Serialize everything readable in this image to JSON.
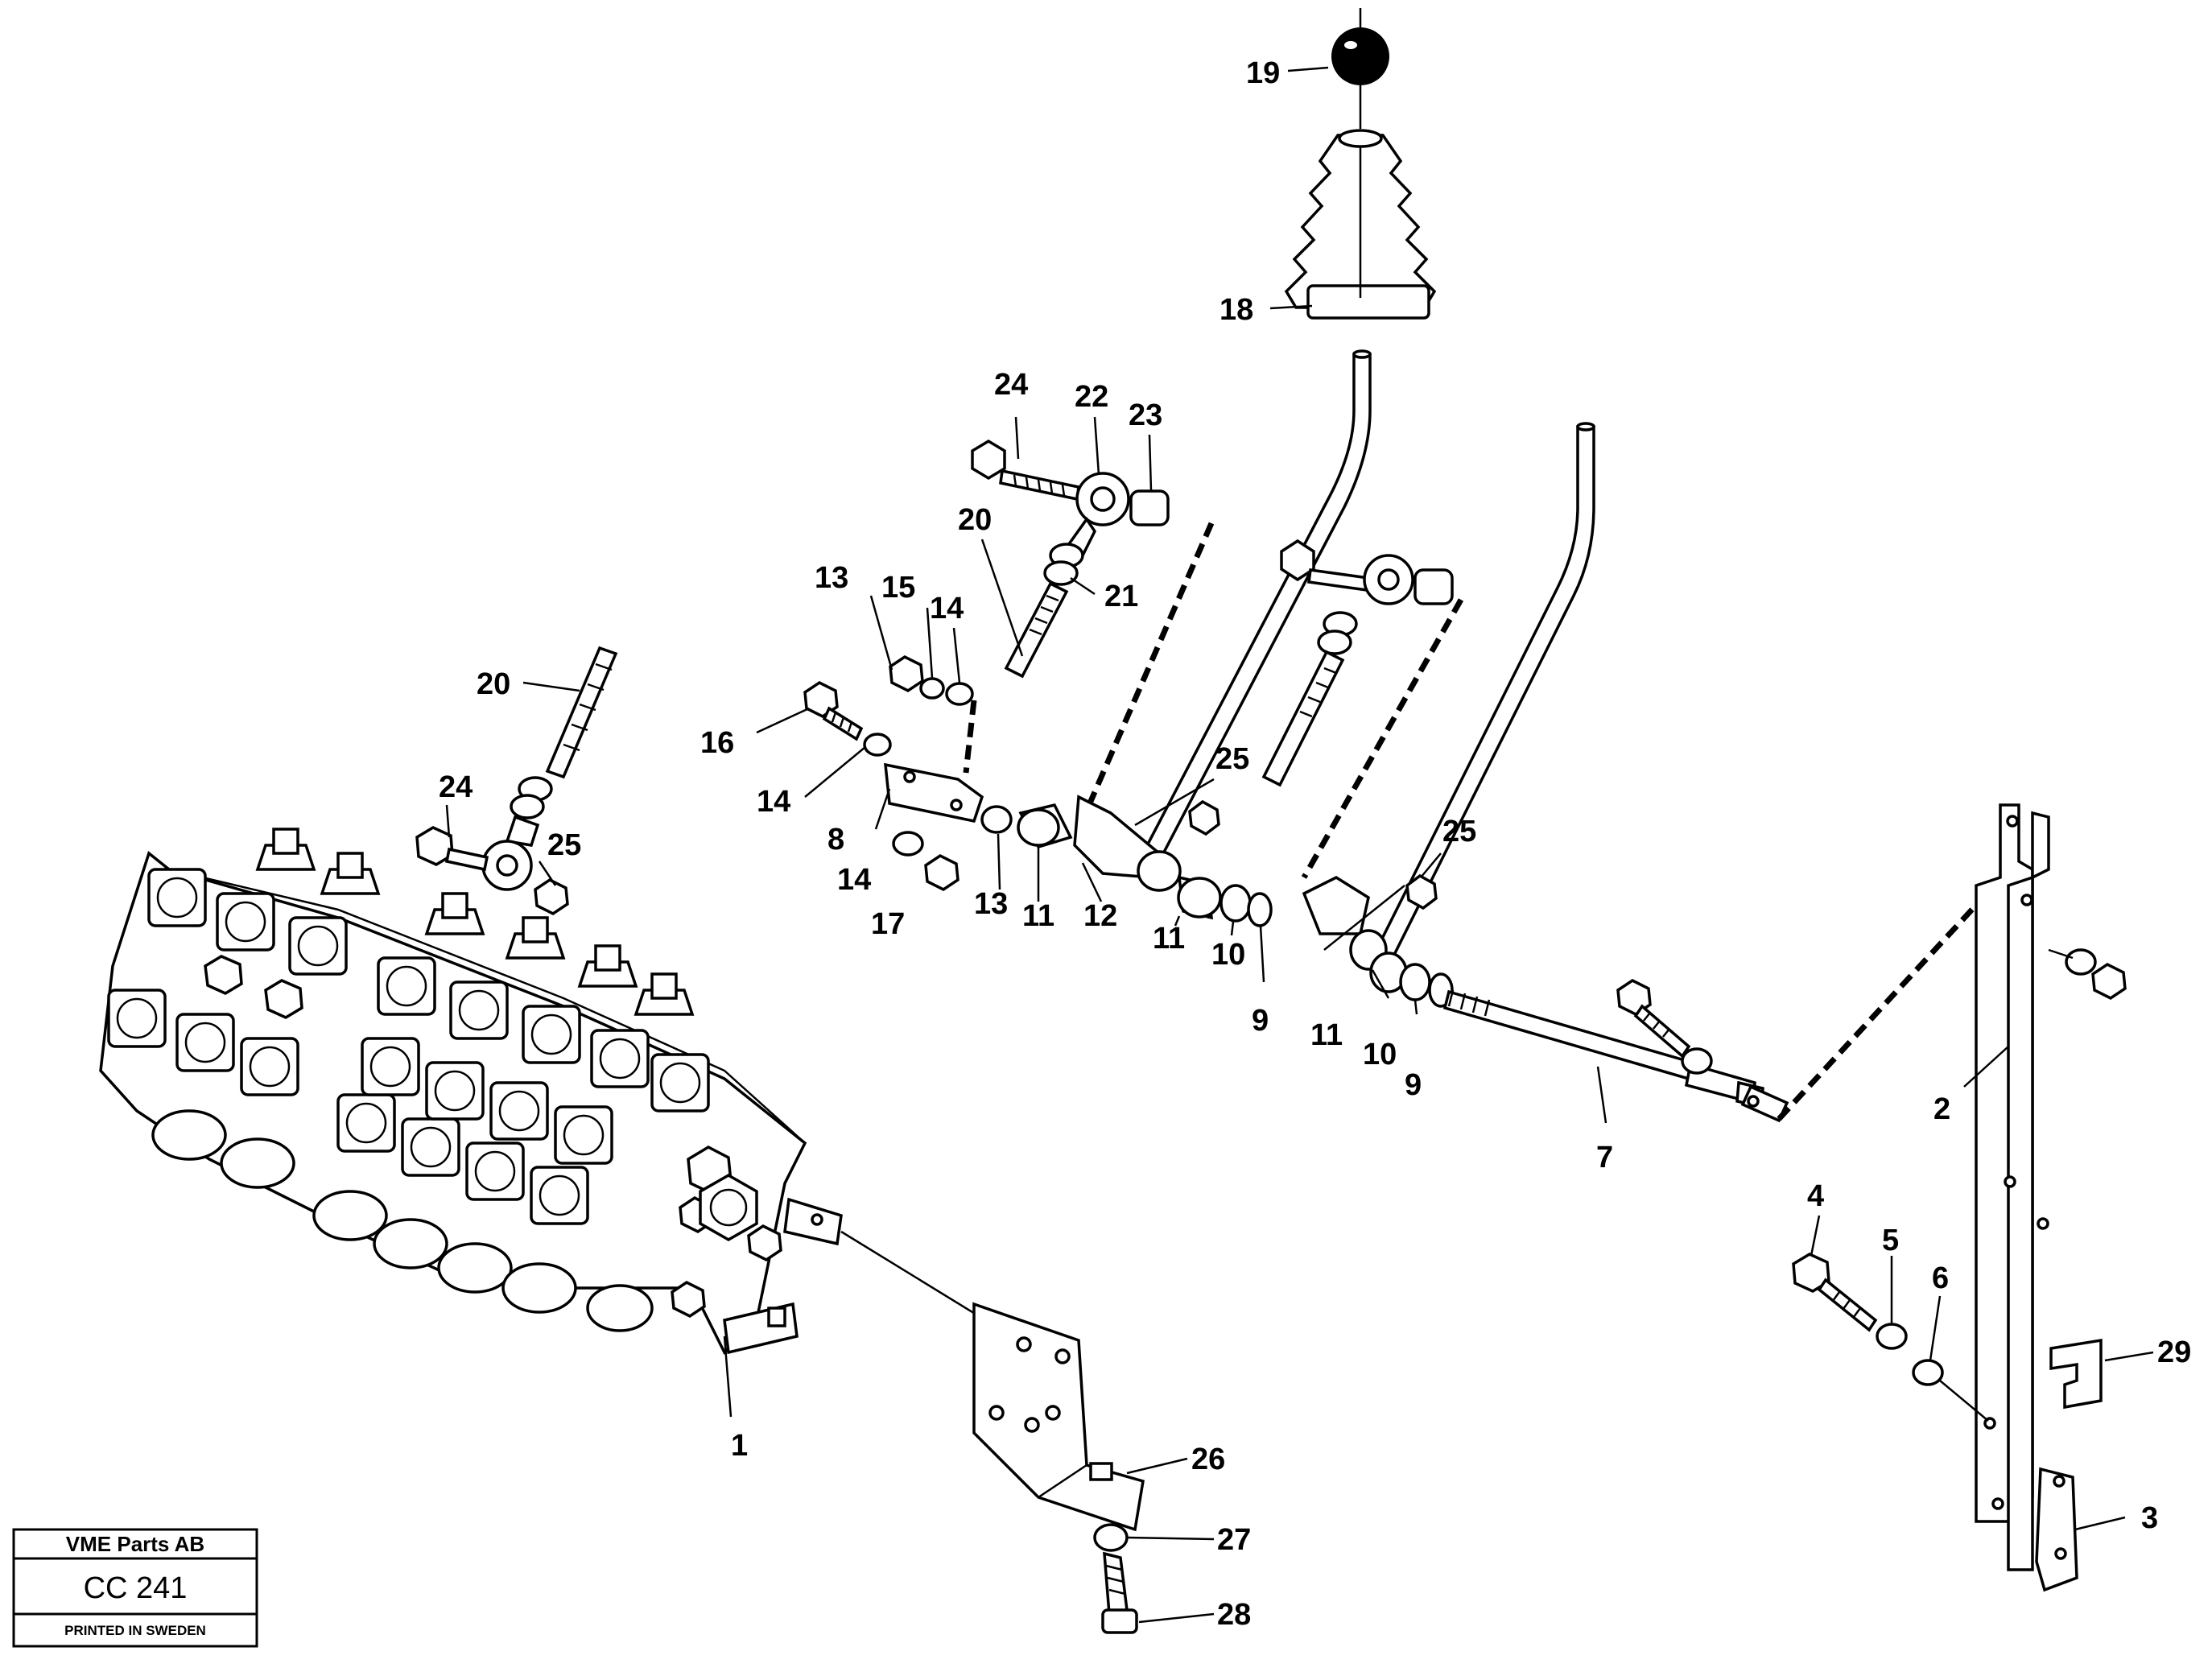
{
  "title_block": {
    "company": "VME Parts AB",
    "code": "CC 241",
    "printed": "PRINTED IN SWEDEN"
  },
  "callouts": [
    "19",
    "18",
    "24",
    "22",
    "23",
    "20",
    "21",
    "13",
    "15",
    "14",
    "16",
    "14",
    "8",
    "14",
    "17",
    "13",
    "11",
    "12",
    "25",
    "11",
    "10",
    "9",
    "25",
    "11",
    "10",
    "9",
    "7",
    "20",
    "24",
    "25",
    "2",
    "4",
    "5",
    "6",
    "29",
    "3",
    "1",
    "26",
    "27",
    "28"
  ]
}
